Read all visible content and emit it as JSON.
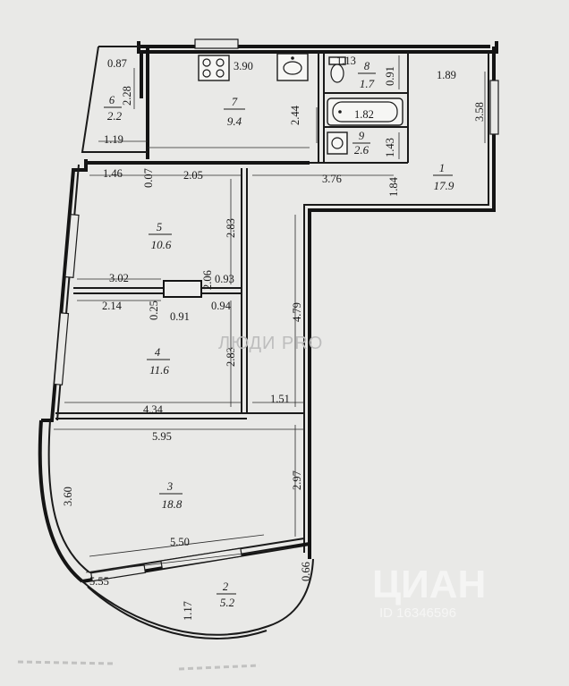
{
  "rooms": [
    {
      "num": "1",
      "area": "17.9"
    },
    {
      "num": "2",
      "area": "5.2"
    },
    {
      "num": "3",
      "area": "18.8"
    },
    {
      "num": "4",
      "area": "11.6"
    },
    {
      "num": "5",
      "area": "10.6"
    },
    {
      "num": "6",
      "area": "2.2"
    },
    {
      "num": "7",
      "area": "9.4"
    },
    {
      "num": "8",
      "area": "1.7"
    },
    {
      "num": "9",
      "area": "2.6"
    }
  ],
  "dimensions": {
    "d087": "0.87",
    "d390": "3.90",
    "d113": "1.13",
    "d091a": "0.91",
    "d189": "1.89",
    "d228": "2.28",
    "d244": "2.44",
    "d182": "1.82",
    "d358": "3.58",
    "d119": "1.19",
    "d143": "1.43",
    "d146": "1.46",
    "d007": "0.07",
    "d205": "2.05",
    "d376": "3.76",
    "d184": "1.84",
    "d283a": "2.83",
    "d302": "3.02",
    "d206": "2.06",
    "d093": "0.93",
    "d214": "2.14",
    "d025": "0.25",
    "d091b": "0.91",
    "d094": "0.94",
    "d479": "4.79",
    "d283b": "2.83",
    "d434": "4.34",
    "d151": "1.51",
    "d595": "5.95",
    "d360": "3.60",
    "d297": "2.97",
    "d550": "5.50",
    "d555": "5.55",
    "d066": "0.66",
    "d117": "1.17"
  },
  "watermarks": {
    "brand": "ЛЮДИ PRO",
    "cian": "ЦИАН",
    "cian_id": "ID 16346596"
  },
  "icons": [
    "stove-icon",
    "sink-icon",
    "toilet-icon",
    "bathtub-icon",
    "washbasin-icon"
  ]
}
